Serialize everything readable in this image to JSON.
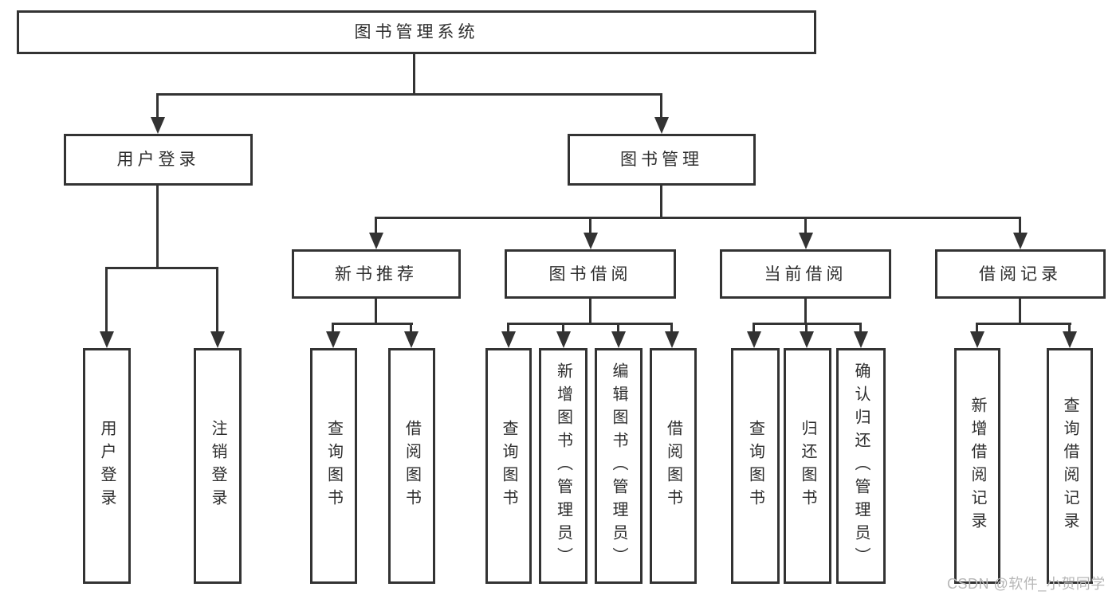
{
  "hierarchy": {
    "root": "图书管理系统",
    "children": [
      {
        "label": "用户登录",
        "leaves": [
          "用户登录",
          "注销登录"
        ]
      },
      {
        "label": "图书管理",
        "children": [
          {
            "label": "新书推荐",
            "leaves": [
              "查询图书",
              "借阅图书"
            ]
          },
          {
            "label": "图书借阅",
            "leaves": [
              "查询图书",
              "新增图书（管理员）",
              "编辑图书（管理员）",
              "借阅图书"
            ]
          },
          {
            "label": "当前借阅",
            "leaves": [
              "查询图书",
              "归还图书",
              "确认归还（管理员）"
            ]
          },
          {
            "label": "借阅记录",
            "leaves": [
              "新增借阅记录",
              "查询借阅记录"
            ]
          }
        ]
      }
    ]
  },
  "watermark": {
    "text": "CSDN @软件_小贺同学"
  },
  "colors": {
    "line": "#333333",
    "node_text": "#2d2d2d",
    "watermark_text": "#b7b7b7",
    "background": "#ffffff"
  }
}
